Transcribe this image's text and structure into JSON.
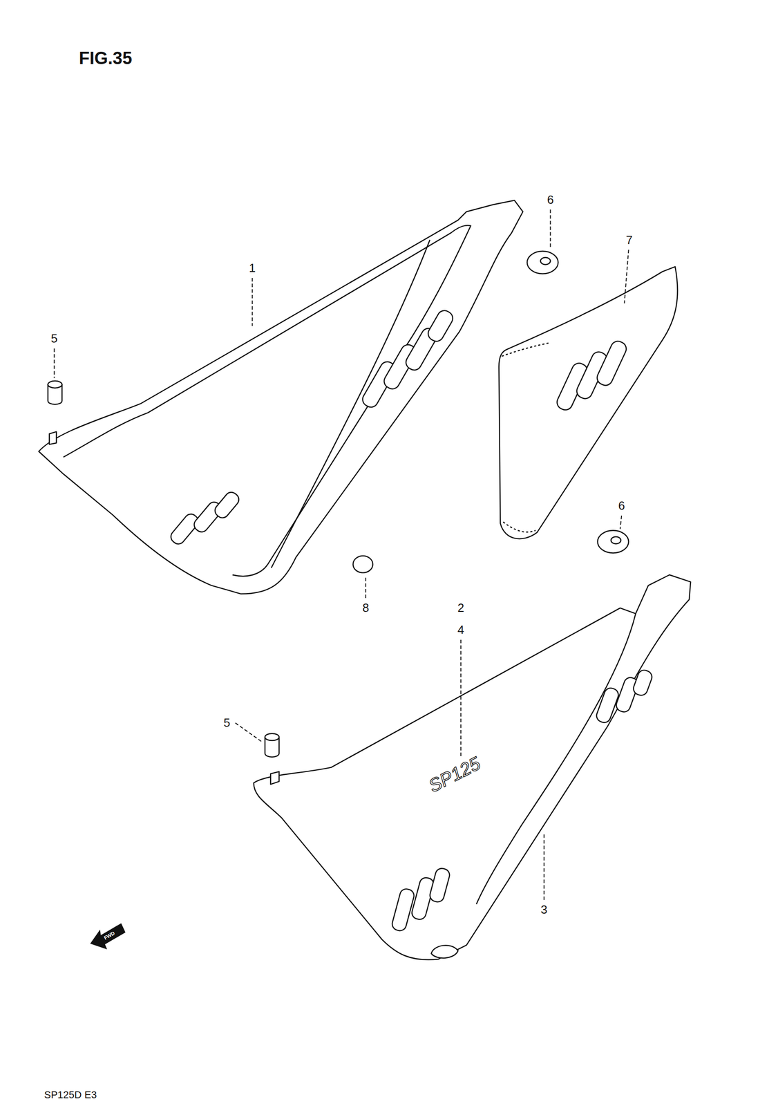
{
  "diagram": {
    "title": "FIG.35",
    "labels": [
      "1",
      "5",
      "6",
      "7",
      "6",
      "8",
      "2",
      "4",
      "5",
      "3",
      "SP125",
      "FWD",
      "SP125D E3"
    ]
  }
}
